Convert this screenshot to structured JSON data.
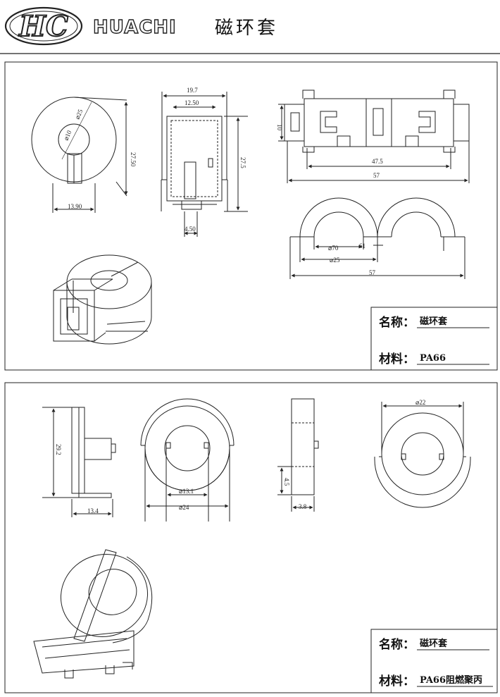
{
  "header": {
    "logo_text": "HC",
    "brand": "HUACHI",
    "title": "磁环套"
  },
  "panel1": {
    "front_view": {
      "od": "⌀25",
      "id": "⌀10",
      "height": "27.50",
      "width": "13.90"
    },
    "side_view": {
      "top": "19.7",
      "inner": "12.50",
      "height": "27.5",
      "tab": "4.50"
    },
    "top_view": {
      "height": "10",
      "inner_len": "47.5",
      "len": "57"
    },
    "open_view": {
      "a": "⌀70",
      "b": "61",
      "c": "⌀25",
      "len": "57"
    },
    "info": {
      "name_label": "名称：",
      "name_value": "磁环套",
      "material_label": "材料：",
      "material_value": "PA66"
    }
  },
  "panel2": {
    "side_view": {
      "height": "29.2",
      "width": "13.4"
    },
    "front_view": {
      "inner": "⌀13.1",
      "outer": "⌀24"
    },
    "narrow_view": {
      "h": "4.5",
      "w": "3.8"
    },
    "ring_view": {
      "d": "⌀22"
    },
    "info": {
      "name_label": "名称：",
      "name_value": "磁环套",
      "material_label": "材料：",
      "material_value": "PA66阻燃聚丙"
    }
  }
}
